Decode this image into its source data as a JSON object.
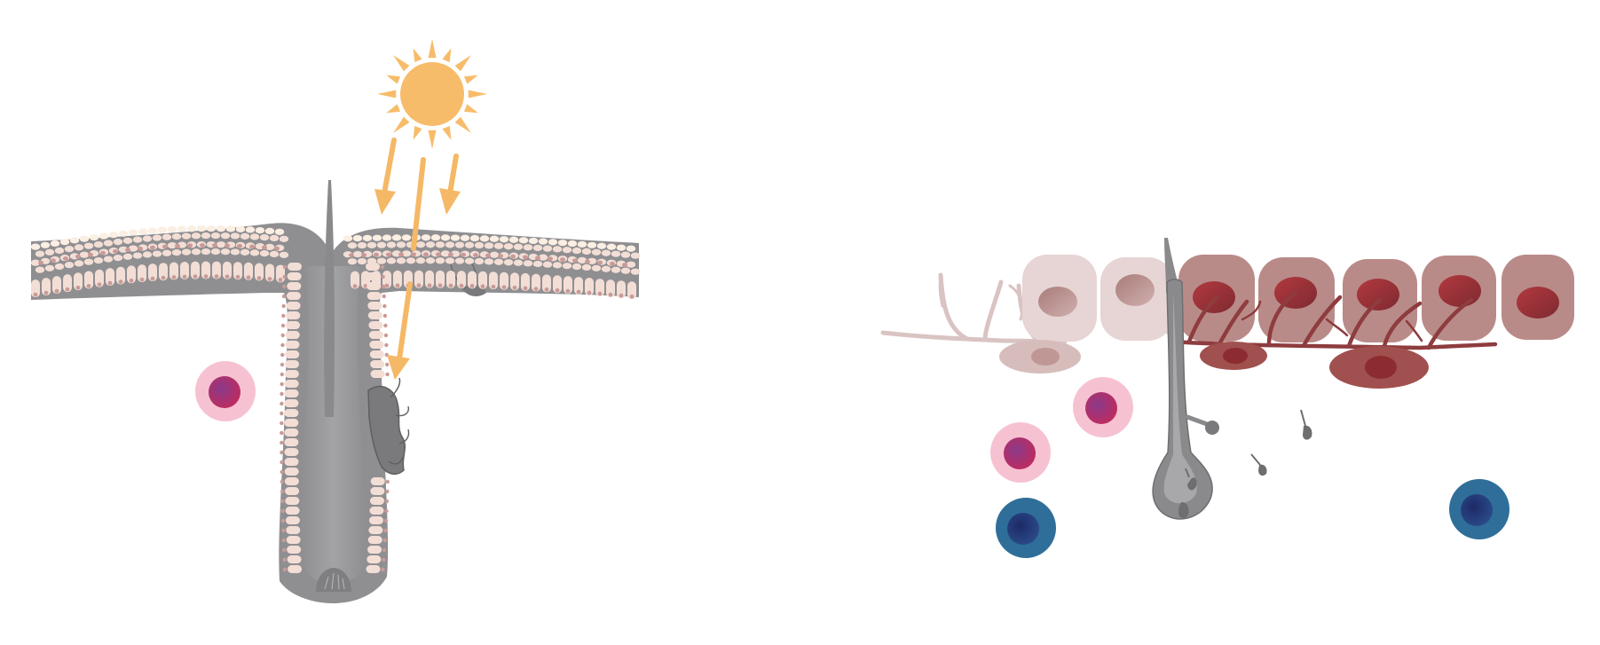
{
  "colors": {
    "background": "#ffffff",
    "sun": "#f7bc6a",
    "arrow": "#f5b866",
    "skin_cell": "#f3ded6",
    "skin_cell_light": "#fbeee2",
    "skin_nucleus": "#c99a97",
    "tissue_gray": "#8f8f92",
    "hair_gray": "#9c9c9f",
    "pale_cell": "#e3d1d0",
    "pale_nucleus": "#c3a09f",
    "dark_cell": "#b98b88",
    "dark_nucleus": "#9a3539",
    "pigment_branch": "#8e3c3e",
    "pale_branch": "#d9c4c3",
    "pink_cell_outer": "#f6c2d2",
    "pink_cell_inner": "#9c2f6e",
    "blue_cell_outer": "#2f6e99",
    "blue_cell_inner": "#253a78"
  },
  "left_panel": {
    "sun_icon": "sun-icon",
    "uv_rays": 4,
    "pink_cells": 1
  },
  "right_panel": {
    "pale_keratinocytes": 2,
    "pigmented_keratinocytes": 5,
    "pink_cells": 2,
    "blue_cells": 2
  }
}
